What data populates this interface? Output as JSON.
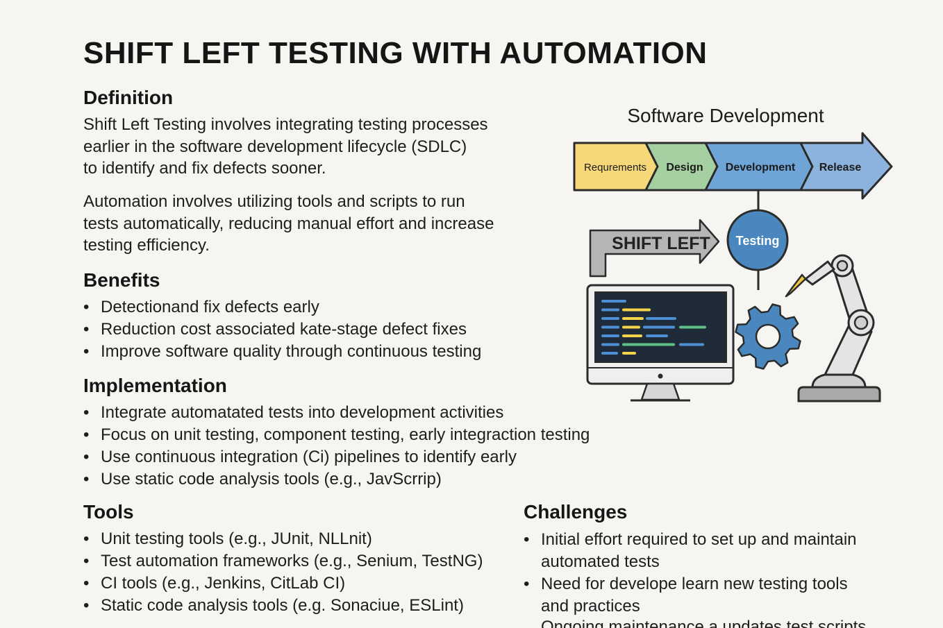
{
  "title": "SHIFT LEFT TESTING WITH AUTOMATION",
  "definition": {
    "heading": "Definition",
    "para1": [
      "Shift Left Testing involves integrating testing processes",
      "earlier in the software development lifecycle (SDLC)",
      "to identify and fix defects sooner."
    ],
    "para2": [
      "Automation involves utilizing tools and scripts to run",
      "tests automatically, reducing manual effort and increase",
      "testing efficiency."
    ]
  },
  "benefits": {
    "heading": "Benefits",
    "items": [
      "Detectionand fix defects early",
      "Reduction cost associated kate-stage defect fixes",
      "Improve software quality through continuous testing"
    ]
  },
  "implementation": {
    "heading": "Implementation",
    "items": [
      "Integrate automatated tests into development activities",
      "Focus on unit testing, component testing, early integraction testing",
      "Use continuous integration (Ci) pipelines to identify early",
      "Use static code analysis tools (e.g., JavScrrip)"
    ]
  },
  "tools": {
    "heading": "Tools",
    "items": [
      "Unit testing tools (e.g., JUnit, NLLnit)",
      "Test automation frameworks (e.g., Senium, TestNG)",
      "CI tools (e.g., Jenkins, CitLab CI)",
      "Static code analysis tools (e.g. Sonaciue, ESLint)"
    ]
  },
  "challenges": {
    "heading": "Challenges",
    "items": [
      [
        "Initial effort required to set up and maintain",
        "automated tests"
      ],
      [
        "Need for develope learn new testing tools",
        "and practices"
      ]
    ],
    "partial_line": "Ongoing maintenance a updates test scripts"
  },
  "diagram": {
    "title": "Software Development",
    "stages": [
      {
        "label": "Requrements",
        "color": "#f6d878"
      },
      {
        "label": "Design",
        "color": "#a7d0a2"
      },
      {
        "label": "Development",
        "color": "#6fa5d6"
      },
      {
        "label": "Release",
        "color": "#8cb3dd"
      }
    ],
    "shift_label": "SHIFT LEFT",
    "testing_label": "Testing",
    "colors": {
      "outline": "#2b2b2b",
      "gray_arrow": "#b5b5b5",
      "testing": "#4b87bf",
      "gear": "#4b87bf",
      "screen": "#1f2b38",
      "code_blue": "#4f8fd6",
      "code_yellow": "#f2d34a",
      "code_green": "#5fbf86",
      "robot": "#e4e4e4",
      "robot_base": "#a9a9a9",
      "tool": "#f0c640"
    }
  }
}
